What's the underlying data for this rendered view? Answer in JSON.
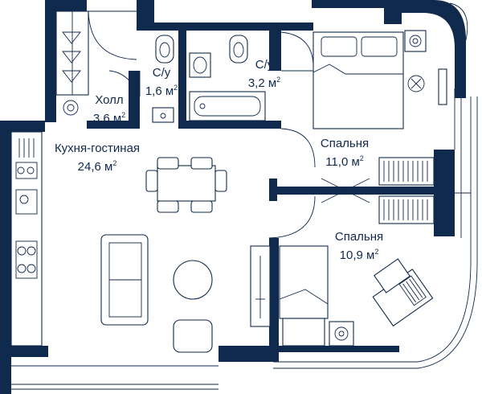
{
  "plan": {
    "colors": {
      "wall": "#0f2a4d",
      "background": "#ffffff"
    },
    "rooms": [
      {
        "key": "hall",
        "name": "Холл",
        "area": "3,6",
        "unit": "м",
        "unit_power": "2"
      },
      {
        "key": "wc1",
        "name": "С/у",
        "area": "1,6",
        "unit": "м",
        "unit_power": "2"
      },
      {
        "key": "wc2",
        "name": "С/у",
        "area": "3,2",
        "unit": "м",
        "unit_power": "2"
      },
      {
        "key": "living",
        "name": "Кухня-гостиная",
        "area": "24,6",
        "unit": "м",
        "unit_power": "2"
      },
      {
        "key": "bed1",
        "name": "Спальня",
        "area": "11,0",
        "unit": "м",
        "unit_power": "2"
      },
      {
        "key": "bed2",
        "name": "Спальня",
        "area": "10,9",
        "unit": "м",
        "unit_power": "2"
      }
    ]
  }
}
